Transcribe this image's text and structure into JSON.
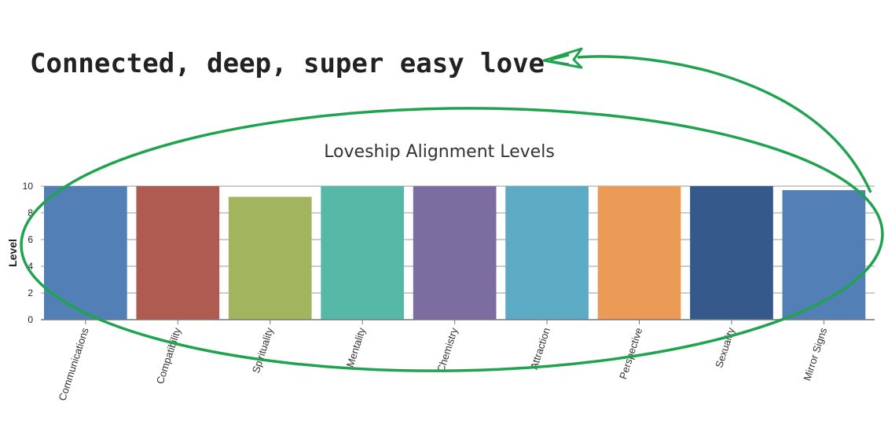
{
  "headline": "Connected, deep, super easy love",
  "chart_data": {
    "type": "bar",
    "title": "Loveship Alignment Levels",
    "xlabel": "",
    "ylabel": "Level",
    "ylim": [
      0,
      10
    ],
    "yticks": [
      0,
      2,
      4,
      6,
      8,
      10
    ],
    "grid": true,
    "categories": [
      "Communications",
      "Compatibility",
      "Spirituality",
      "Mentality",
      "Chemistry",
      "Attraction",
      "Perspective",
      "Sexuality",
      "Mirror Signs"
    ],
    "values": [
      10,
      10,
      9.2,
      10,
      10,
      10,
      10,
      10,
      9.7
    ],
    "colors": [
      "#5280b6",
      "#b05b51",
      "#a2b45d",
      "#56b9a8",
      "#7b6da0",
      "#5caac4",
      "#eb9b55",
      "#35598a",
      "#5280b6"
    ]
  },
  "annotation": {
    "color": "#1fa34e",
    "shape": "ellipse-with-arrow"
  }
}
